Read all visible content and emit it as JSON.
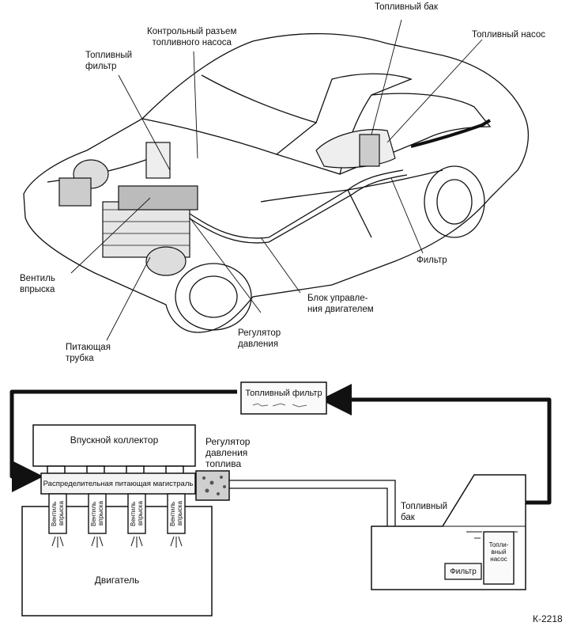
{
  "car_labels": {
    "fuel_tank": "Топливный бак",
    "fuel_pump": "Топливный насос",
    "pump_connector": "Контрольный разъем\nтопливного насоса",
    "fuel_filter": "Топливный\nфильтр",
    "filter": "Фильтр",
    "ecu": "Блок управле-\nния двигателем",
    "injector": "Вентиль\nвпрыска",
    "pressure_regulator": "Регулятор\nдавления",
    "feed_pipe": "Питающая\nтрубка"
  },
  "scheme": {
    "fuel_filter_box": "Топливный фильтр",
    "intake_manifold": "Впускной коллектор",
    "fuel_rail": "Распределительная питающая магистраль",
    "pressure_regulator": "Регулятор\nдавления\nтоплива",
    "fuel_tank": "Топливный\nбак",
    "fuel_pump": "Топли-\nвный\nнасос",
    "filter": "Фильтр",
    "engine": "Двигатель",
    "injector_label": "Вентиль\nвпрыска"
  },
  "figure_code": "К-2218"
}
